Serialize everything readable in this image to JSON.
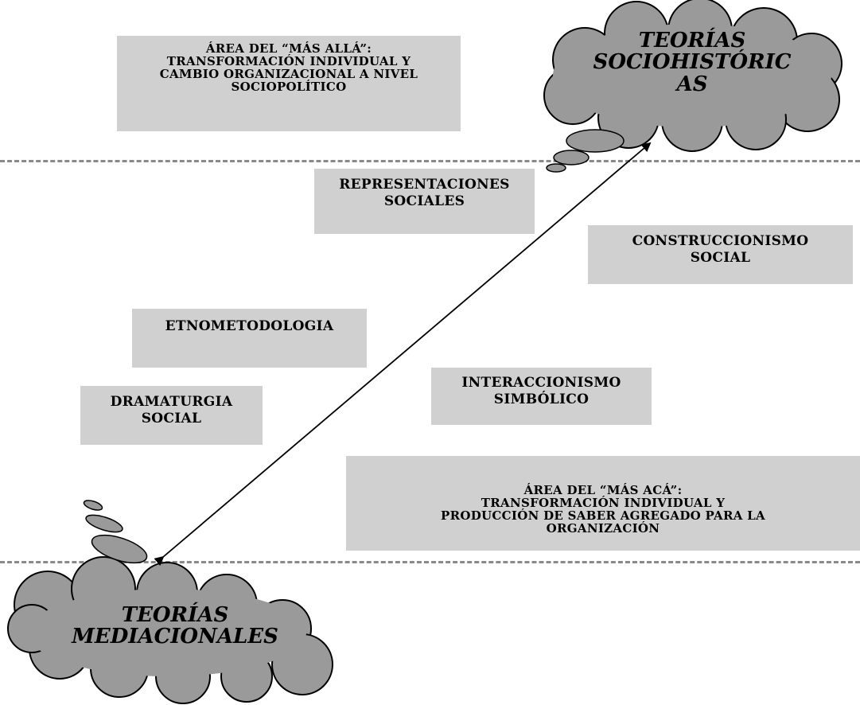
{
  "boxes": {
    "mas_alla": {
      "lines": [
        "ÁREA DEL “MÁS ALLÁ”:",
        "TRANSFORMACIÓN INDIVIDUAL  Y",
        "CAMBIO ORGANIZACIONAL A NIVEL",
        "SOCIOPOLÍTICO"
      ]
    },
    "representaciones": {
      "lines": [
        "REPRESENTACIONES",
        "SOCIALES"
      ]
    },
    "construccionismo": {
      "lines": [
        "CONSTRUCCIONISMO",
        "SOCIAL"
      ]
    },
    "etnometodologia": {
      "lines": [
        "ETNOMETODOLOGIA"
      ]
    },
    "dramaturgia": {
      "lines": [
        "DRAMATURGIA",
        "SOCIAL"
      ]
    },
    "interaccionismo": {
      "lines": [
        "INTERACCIONISMO",
        "SIMBÓLICO"
      ]
    },
    "mas_aca": {
      "lines": [
        "ÁREA DEL “MÁS ACÁ”:",
        "TRANSFORMACIÓN INDIVIDUAL Y",
        "PRODUCCIÓN DE SABER AGREGADO PARA LA",
        "ORGANIZACIÓN"
      ]
    }
  },
  "clouds": {
    "sociohistoricas": {
      "lines": [
        "TEORÍAS",
        "SOCIOHISTÓRIC",
        "AS"
      ]
    },
    "mediacionales": {
      "lines": [
        "TEORÍAS",
        "MEDIACIONALES"
      ]
    }
  },
  "colors": {
    "box_fill": "#d0d0d0",
    "cloud_fill": "#9a9a9a",
    "dash_line": "#8a8a8a",
    "arrow": "#000000"
  }
}
